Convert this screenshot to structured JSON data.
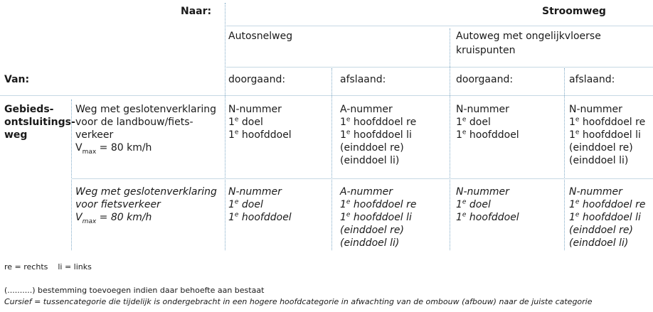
{
  "header": {
    "naar_label": "Naar:",
    "stroomweg_label": "Stroomweg",
    "autosnelweg_label": "Autosnelweg",
    "autoweg_label_line1": "Autoweg met ongelijkvloerse",
    "autoweg_label_line2": "kruispunten",
    "van_label": "Van:",
    "doorgaand_label": "doorgaand:",
    "afslaand_label": "afslaand:"
  },
  "rows": [
    {
      "category_lines": [
        "Gebieds-",
        "ontsluitings-",
        "weg"
      ],
      "description_lines": [
        "Weg met geslotenverklaring",
        "voor de landbouw/fiets-",
        "verkeer"
      ],
      "vmax_prefix": "V",
      "vmax_sub": "max",
      "vmax_value": " = 80 km/h",
      "italic": false,
      "cells": {
        "autosnelweg_doorgaand": [
          {
            "pre": "N-nummer",
            "sup": "",
            "post": ""
          },
          {
            "pre": "1",
            "sup": "e",
            "post": " doel"
          },
          {
            "pre": "1",
            "sup": "e",
            "post": " hoofddoel"
          }
        ],
        "autosnelweg_afslaand": [
          {
            "pre": "A-nummer",
            "sup": "",
            "post": ""
          },
          {
            "pre": "1",
            "sup": "e",
            "post": " hoofddoel re"
          },
          {
            "pre": "1",
            "sup": "e",
            "post": " hoofddoel li"
          },
          {
            "pre": "(einddoel re)",
            "sup": "",
            "post": ""
          },
          {
            "pre": "(einddoel li)",
            "sup": "",
            "post": ""
          }
        ],
        "autoweg_doorgaand": [
          {
            "pre": "N-nummer",
            "sup": "",
            "post": ""
          },
          {
            "pre": "1",
            "sup": "e",
            "post": " doel"
          },
          {
            "pre": "1",
            "sup": "e",
            "post": " hoofddoel"
          }
        ],
        "autoweg_afslaand": [
          {
            "pre": "N-nummer",
            "sup": "",
            "post": ""
          },
          {
            "pre": "1",
            "sup": "e",
            "post": " hoofddoel re"
          },
          {
            "pre": "1",
            "sup": "e",
            "post": " hoofddoel li"
          },
          {
            "pre": "(einddoel re)",
            "sup": "",
            "post": ""
          },
          {
            "pre": "(einddoel li)",
            "sup": "",
            "post": ""
          }
        ]
      }
    },
    {
      "category_lines": [],
      "description_lines": [
        "Weg met geslotenverklaring",
        "voor fietsverkeer"
      ],
      "vmax_prefix": "V",
      "vmax_sub": "max",
      "vmax_value": " = 80 km/h",
      "italic": true,
      "cells": {
        "autosnelweg_doorgaand": [
          {
            "pre": "N-nummer",
            "sup": "",
            "post": ""
          },
          {
            "pre": "1",
            "sup": "e",
            "post": " doel"
          },
          {
            "pre": "1",
            "sup": "e",
            "post": " hoofddoel"
          }
        ],
        "autosnelweg_afslaand": [
          {
            "pre": "A-nummer",
            "sup": "",
            "post": ""
          },
          {
            "pre": "1",
            "sup": "e",
            "post": " hoofddoel re"
          },
          {
            "pre": "1",
            "sup": "e",
            "post": " hoofddoel li"
          },
          {
            "pre": "(einddoel re)",
            "sup": "",
            "post": ""
          },
          {
            "pre": "(einddoel li)",
            "sup": "",
            "post": ""
          }
        ],
        "autoweg_doorgaand": [
          {
            "pre": "N-nummer",
            "sup": "",
            "post": ""
          },
          {
            "pre": "1",
            "sup": "e",
            "post": " doel"
          },
          {
            "pre": "1",
            "sup": "e",
            "post": " hoofddoel"
          }
        ],
        "autoweg_afslaand": [
          {
            "pre": "N-nummer",
            "sup": "",
            "post": ""
          },
          {
            "pre": "1",
            "sup": "e",
            "post": " hoofddoel re"
          },
          {
            "pre": "1",
            "sup": "e",
            "post": " hoofddoel li"
          },
          {
            "pre": "(einddoel re)",
            "sup": "",
            "post": ""
          },
          {
            "pre": "(einddoel li)",
            "sup": "",
            "post": ""
          }
        ]
      }
    }
  ],
  "footnotes": {
    "legend": "re = rechts    li = links",
    "note_brackets": "(..........) bestemming toevoegen indien daar behoefte aan bestaat",
    "note_cursief": "Cursief = tussencategorie die tijdelijk is ondergebracht in een hogere hoofdcategorie in afwachting van de ombouw (afbouw) naar de juiste categorie"
  },
  "colors": {
    "rule": "#7fa9c6",
    "text": "#1a1a1a"
  }
}
